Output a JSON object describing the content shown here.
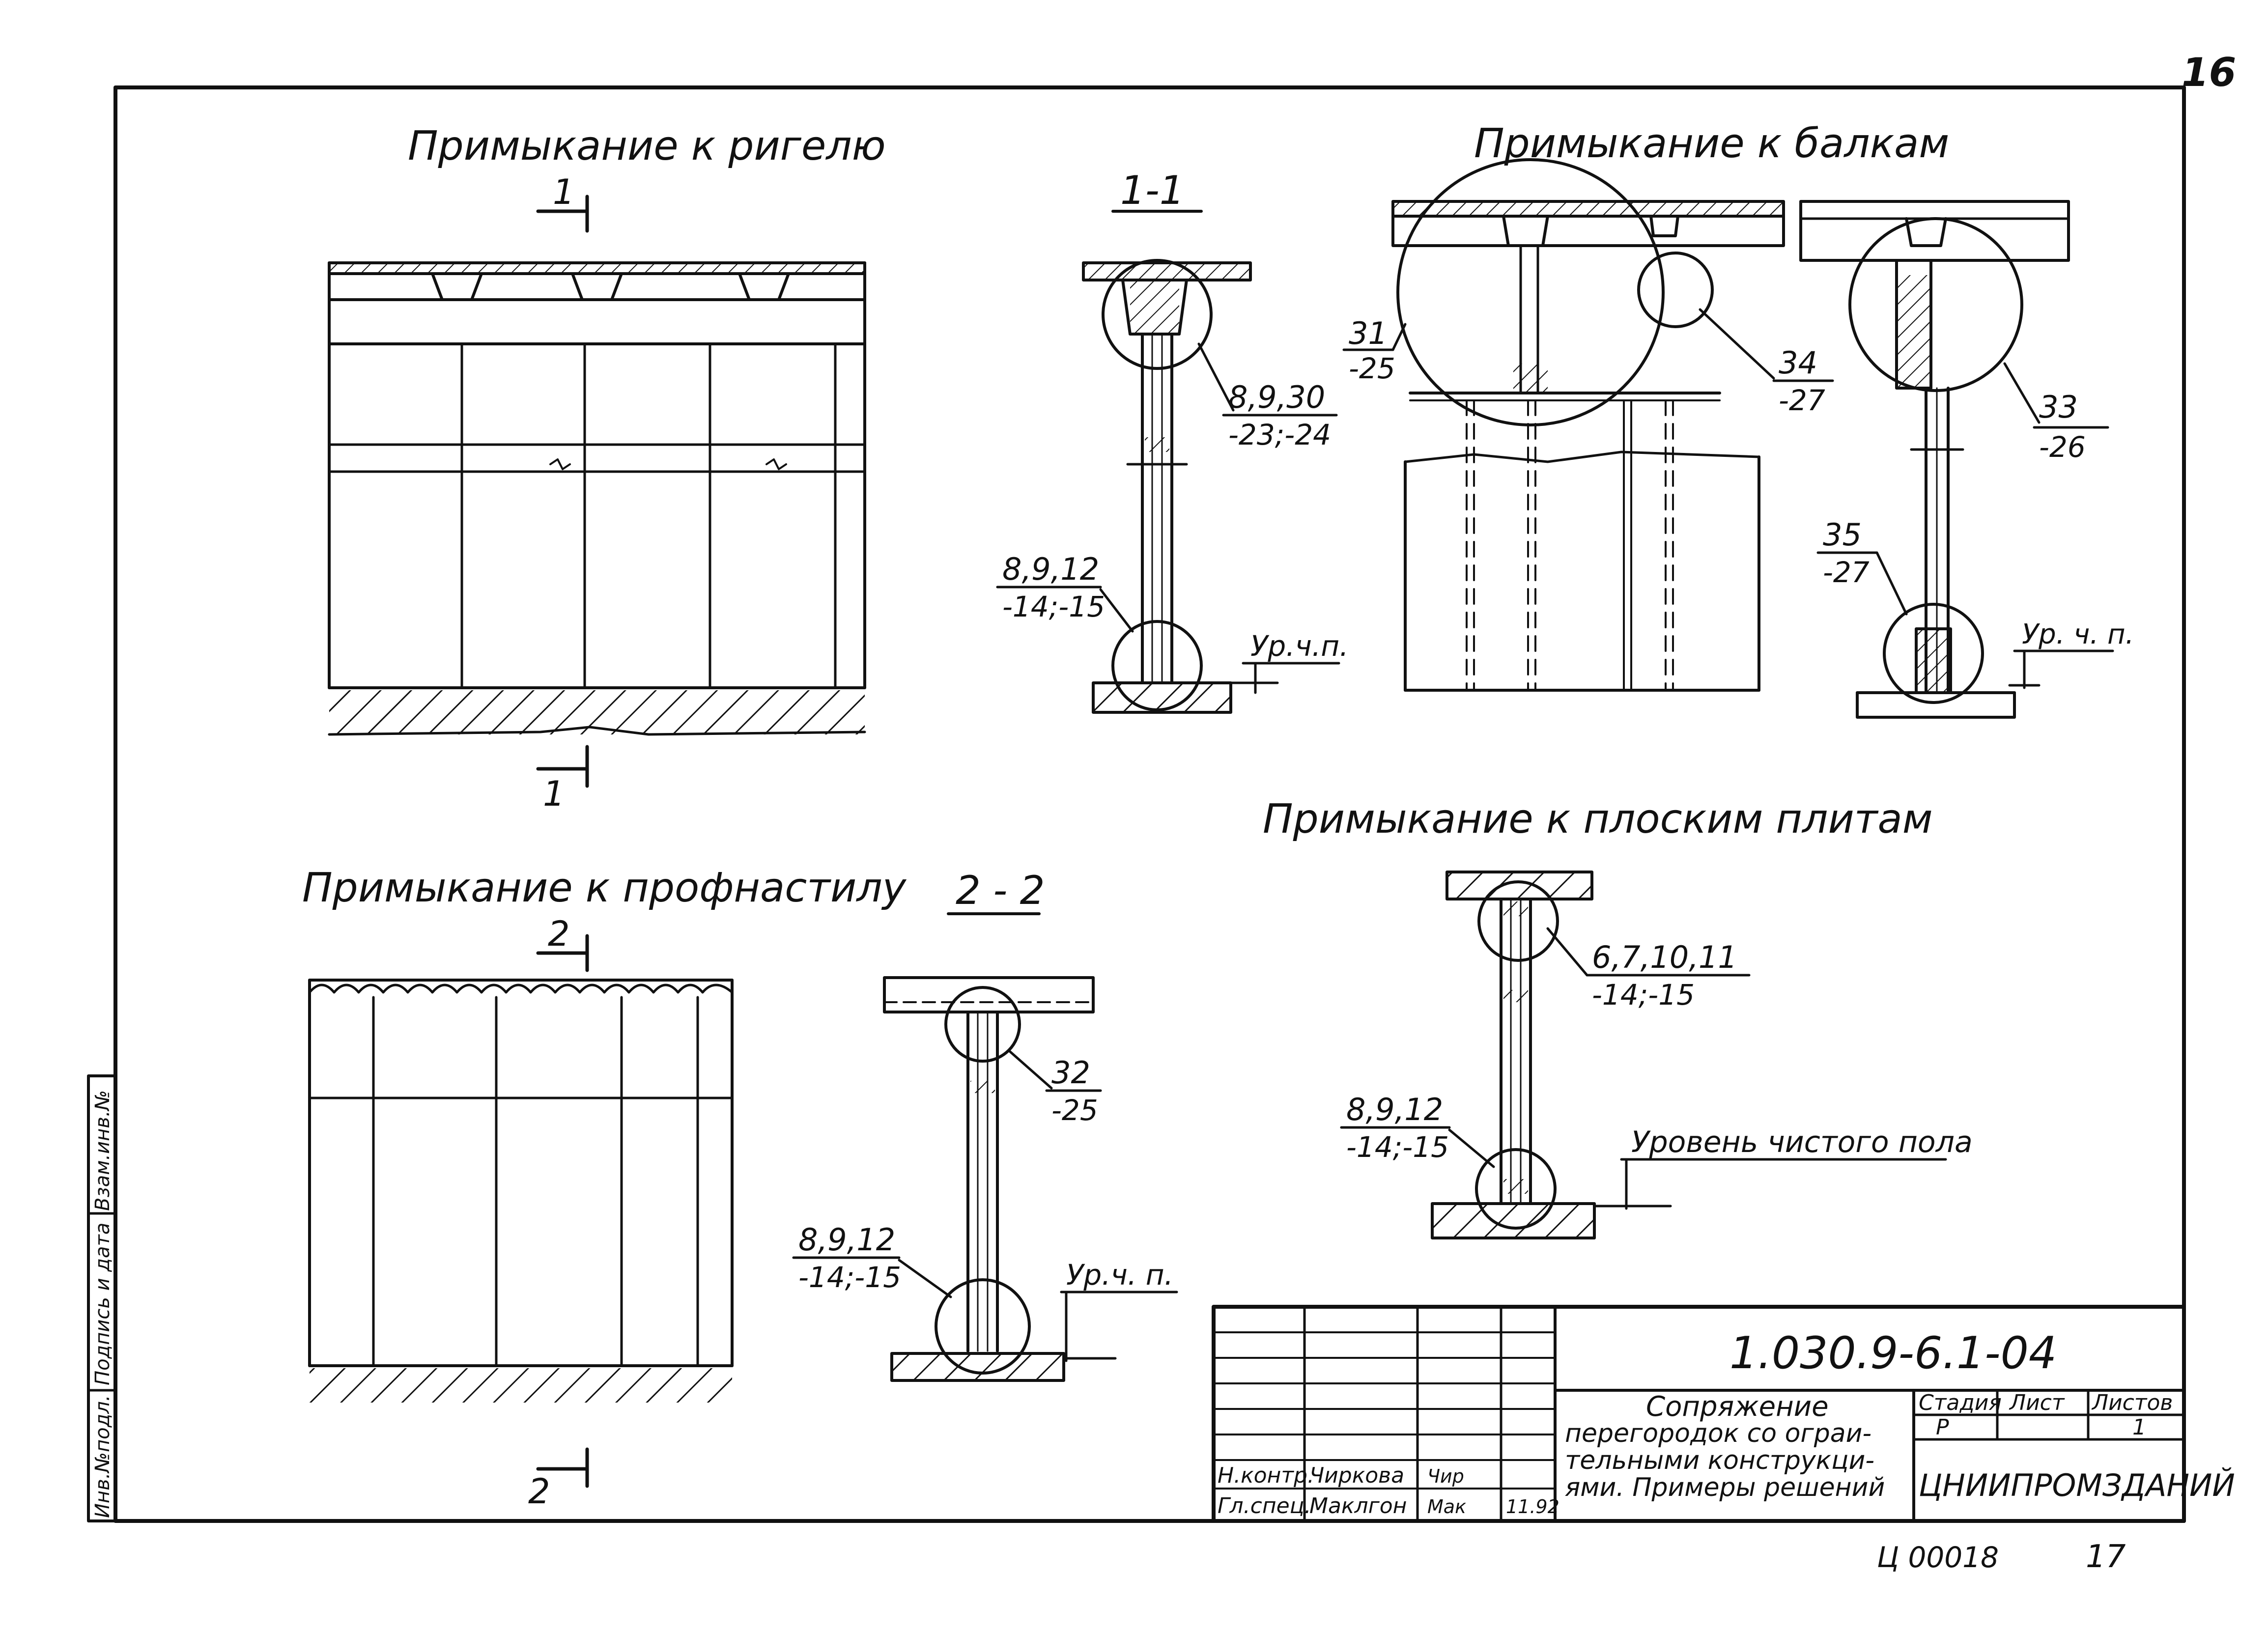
{
  "sheet": {
    "page_number": "16",
    "stamp_code": "Ц 00018",
    "stamp_number": "17"
  },
  "views": {
    "rigel": {
      "title": "Примыкание к ригелю",
      "cut_label": "1"
    },
    "section_1_1": {
      "title": "1-1",
      "callout_top_num": "8,9,30",
      "callout_top_den": "-23;-24",
      "callout_bottom_num": "8,9,12",
      "callout_bottom_den": "-14;-15",
      "floor_level": "Ур.ч.п."
    },
    "beams": {
      "title": "Примыкание к балкам",
      "callout_left_num": "31",
      "callout_left_den": "-25",
      "callout_mid_num": "34",
      "callout_mid_den": "-27",
      "callout_right_num": "33",
      "callout_right_den": "-26",
      "callout_bottom_num": "35",
      "callout_bottom_den": "-27",
      "floor_level": "Ур. ч. п."
    },
    "profnastil": {
      "title": "Примыкание к профнастилу",
      "cut_label": "2"
    },
    "section_2_2": {
      "title": "2 - 2",
      "callout_top_num": "32",
      "callout_top_den": "-25",
      "callout_bottom_num": "8,9,12",
      "callout_bottom_den": "-14;-15",
      "floor_level": "Ур.ч. п."
    },
    "flat_slabs": {
      "title": "Примыкание к плоским плитам",
      "callout_top_num": "6,7,10,11",
      "callout_top_den": "-14;-15",
      "callout_bottom_num": "8,9,12",
      "callout_bottom_den": "-14;-15",
      "floor_level": "Уровень чистого пола"
    }
  },
  "side_stamp": [
    "Инв.№подл.",
    "Подпись и дата",
    "Взам.инв.№"
  ],
  "title_block": {
    "document_code": "1.030.9-6.1-04",
    "title_lines": [
      "Сопряжение",
      "перегородок со ограи-",
      "тельными конструкци-",
      "ями. Примеры решений"
    ],
    "stage_header": "Стадия",
    "sheet_header": "Лист",
    "sheets_header": "Листов",
    "stage": "Р",
    "sheets": "1",
    "organization": "ЦНИИПРОМЗДАНИЙ",
    "rows": [
      {
        "role": "Н.контр.",
        "name": "Чиркова",
        "sign": "Чир",
        "date": ""
      },
      {
        "role": "Гл.спец.",
        "name": "Маклгон",
        "sign": "Мак",
        "date": "11.92"
      }
    ]
  }
}
